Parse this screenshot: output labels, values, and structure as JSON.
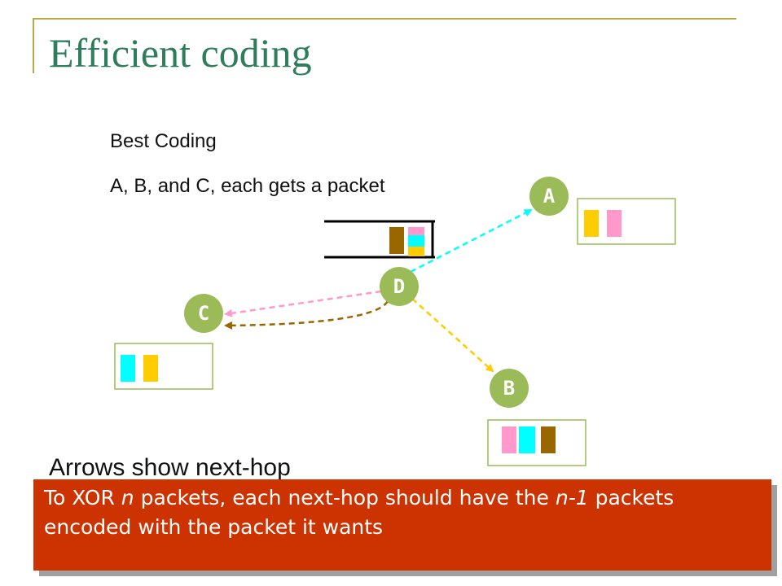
{
  "slide": {
    "title": "Efficient coding",
    "text_line1": "Best Coding",
    "text_line2": "A, B, and C, each gets a packet",
    "arrows_note": "Arrows show next-hop",
    "callout": {
      "part1": "To XOR ",
      "n1": "n",
      "part2": " packets, each next-hop should have the ",
      "n2": "n-1",
      "part3": " packets encoded with the packet it wants"
    }
  },
  "nodes": {
    "A": "A",
    "B": "B",
    "C": "C",
    "D": "D"
  },
  "colors": {
    "node": "#9bbb59",
    "yellow": "#ffcc00",
    "pink": "#ff99cc",
    "cyan": "#00ffff",
    "brown": "#996600",
    "title": "#2e7d5b",
    "callout": "#cc3300",
    "frame": "#b8a848"
  }
}
